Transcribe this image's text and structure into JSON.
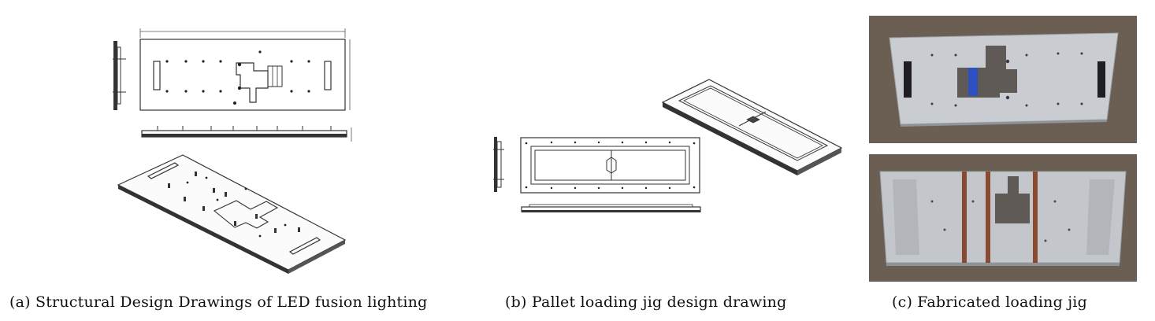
{
  "figure": {
    "panels": [
      {
        "id": "a",
        "caption": "(a) Structural Design Drawings of LED fusion lighting"
      },
      {
        "id": "b",
        "caption": "(b) Pallet loading jig design drawing"
      },
      {
        "id": "c",
        "caption": "(c) Fabricated loading jig"
      }
    ]
  },
  "colors": {
    "line": "#2a2a2a",
    "photo_background": "#6a5f52",
    "plate_metal": "#c8ccd0",
    "blue_film": "#2d4fc0",
    "wood_strip": "#8a4a30"
  }
}
